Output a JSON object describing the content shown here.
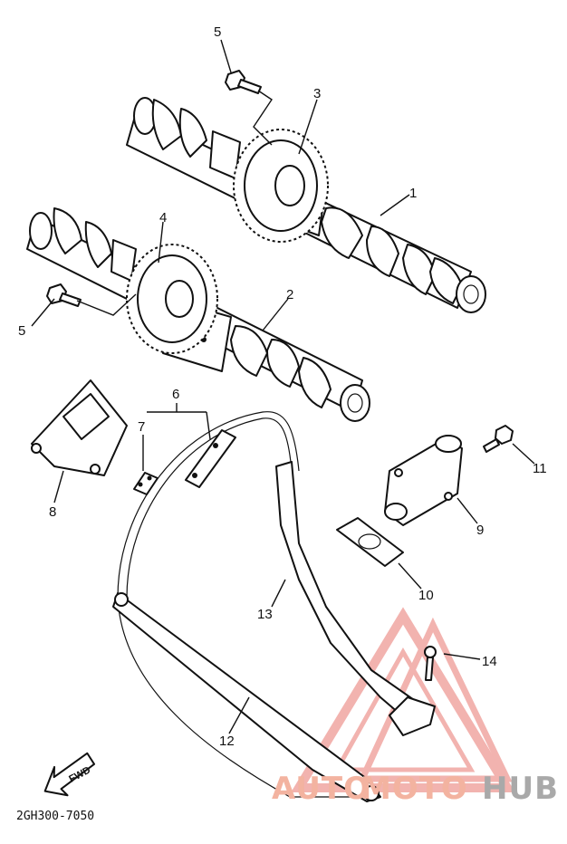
{
  "diagram": {
    "code": "2GH300-7050",
    "fwd": "FWD",
    "parts": {
      "p1": "1",
      "p2": "2",
      "p3": "3",
      "p4": "4",
      "p5a": "5",
      "p5b": "5",
      "p6": "6",
      "p7": "7",
      "p8": "8",
      "p9": "9",
      "p10": "10",
      "p11": "11",
      "p12": "12",
      "p13": "13",
      "p14": "14"
    }
  },
  "watermark": {
    "auto": "AUTO",
    "moto": "MOTO",
    "hub": "HUB",
    "color_accent": "#e8766f",
    "color_gray": "#9a9a9a"
  }
}
